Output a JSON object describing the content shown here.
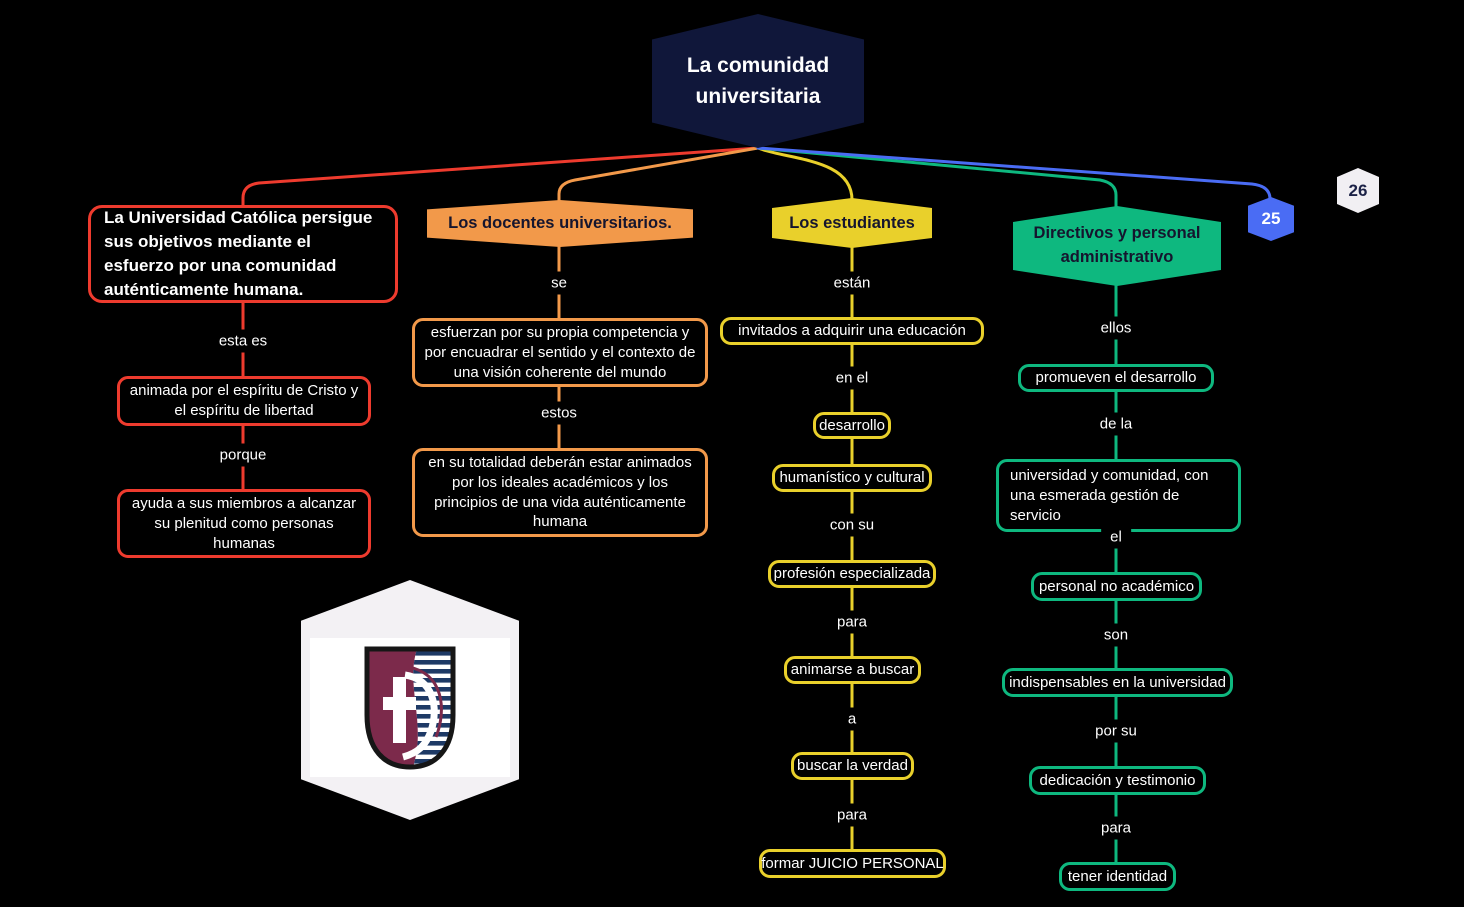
{
  "root": {
    "label": "La comunidad universitaria"
  },
  "colors": {
    "background": "#000000",
    "root_fill": "#10173a",
    "red": "#ee3b2e",
    "orange": "#f2994a",
    "yellow": "#e9d02b",
    "green": "#0eb87f",
    "blue": "#4a6cf4",
    "badge_white_fill": "#f1eff3"
  },
  "branches": {
    "red": {
      "topic": "La Universidad Católica persigue sus objetivos mediante el esfuerzo por una comunidad auténticamente humana.",
      "links": [
        "esta es",
        "porque"
      ],
      "nodes": [
        "animada por el espíritu de Cristo y el espíritu de libertad",
        "ayuda a sus miembros a alcanzar su plenitud como personas humanas"
      ]
    },
    "orange": {
      "topic": "Los docentes universitarios.",
      "links": [
        "se",
        "estos"
      ],
      "nodes": [
        "esfuerzan por su propia competencia y por encuadrar el sentido y el contexto de una visión coherente del mundo",
        "en su totalidad deberán estar animados por los ideales académicos y los principios de una vida auténticamente humana"
      ]
    },
    "yellow": {
      "topic": "Los estudiantes",
      "links": [
        "están",
        "en el",
        "con su",
        "para",
        "a",
        "para"
      ],
      "nodes": [
        "invitados a adquirir una educación",
        "desarrollo",
        "humanístico y cultural",
        "profesión especializada",
        "animarse a buscar",
        "buscar la verdad",
        "formar JUICIO PERSONAL"
      ]
    },
    "green": {
      "topic": "Directivos y personal administrativo",
      "links": [
        "ellos",
        "de la",
        "el",
        "son",
        "por su",
        "para"
      ],
      "nodes": [
        "promueven el desarrollo",
        "universidad y comunidad, con una esmerada gestión de servicio",
        "personal no académico",
        "indispensables en la universidad",
        "dedicación y testimonio",
        "tener identidad"
      ]
    }
  },
  "badges": {
    "blue": "25",
    "white": "26"
  },
  "logo": {
    "icon": "university-shield-logo"
  }
}
